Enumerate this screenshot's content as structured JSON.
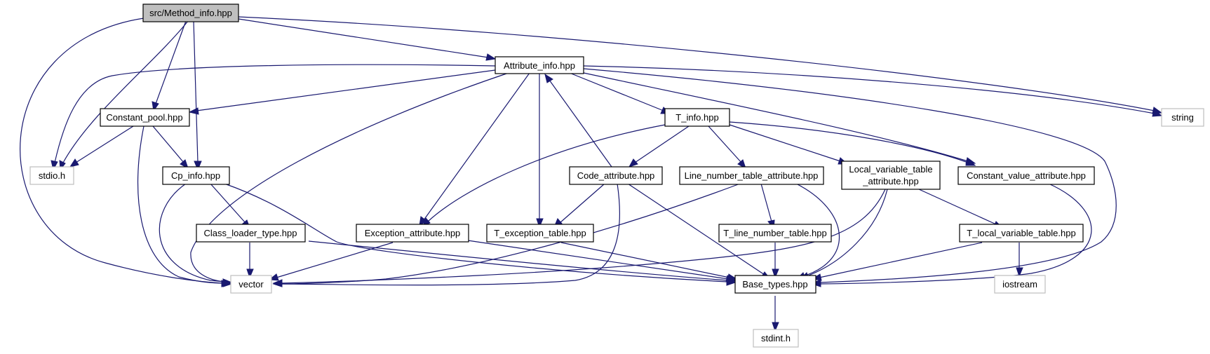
{
  "diagram": {
    "nodes": {
      "method_info": "src/Method_info.hpp",
      "attribute_info": "Attribute_info.hpp",
      "string": "string",
      "constant_pool": "Constant_pool.hpp",
      "stdio": "stdio.h",
      "cp_info": "Cp_info.hpp",
      "t_info": "T_info.hpp",
      "code_attribute": "Code_attribute.hpp",
      "line_number_table_attribute": "Line_number_table_attribute.hpp",
      "local_variable_table_attribute_1": "Local_variable_table",
      "local_variable_table_attribute_2": "_attribute.hpp",
      "constant_value_attribute": "Constant_value_attribute.hpp",
      "class_loader_type": "Class_loader_type.hpp",
      "exception_attribute": "Exception_attribute.hpp",
      "t_exception_table": "T_exception_table.hpp",
      "t_line_number_table": "T_line_number_table.hpp",
      "t_local_variable_table": "T_local_variable_table.hpp",
      "vector": "vector",
      "base_types": "Base_types.hpp",
      "iostream": "iostream",
      "stdint": "stdint.h"
    },
    "colors": {
      "edge": "#191970",
      "root_fill": "#bfbfbf",
      "system_border": "#bfbfbf",
      "node_border": "#000000"
    }
  }
}
